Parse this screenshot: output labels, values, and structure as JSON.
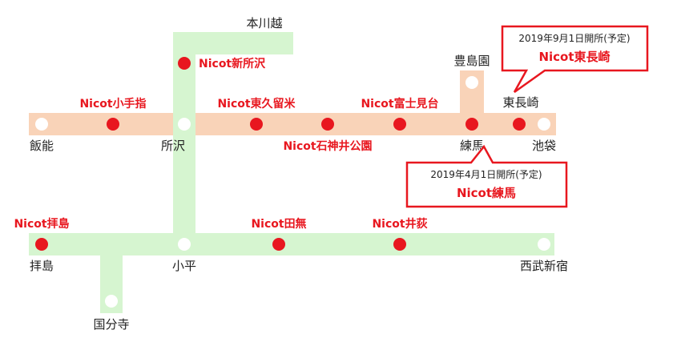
{
  "colors": {
    "seibu_ikebukuro_line": "#f9d3b8",
    "seibu_shinjuku_line": "#d6f5d0",
    "nicot_station": "#e8171f",
    "station_dot": "#ffffff",
    "callout_border": "#e8171f"
  },
  "stations": {
    "hanno": "飯能",
    "tokorozawa": "所沢",
    "hon_kawagoe": "本川越",
    "toshimaen": "豊島園",
    "nerima": "練馬",
    "ikebukuro": "池袋",
    "haijima": "拝島",
    "kodaira": "小平",
    "seibu_shinjuku": "西武新宿",
    "kokubunji": "国分寺"
  },
  "stores": {
    "kotesashi": "Nicot小手指",
    "shin_tokorozawa": "Nicot新所沢",
    "higashi_kurume": "Nicot東久留米",
    "ishigami_ikoen": "Nicot石神井公園",
    "fujimidai": "Nicot富士見台",
    "higashi_nagasaki_station": "東長崎",
    "haijima": "Nicot拝島",
    "tanashi": "Nicot田無",
    "iogi": "Nicot井荻"
  },
  "callouts": {
    "higashi_nagasaki": {
      "date": "2019年9月1日開所(予定)",
      "name": "Nicot東長崎"
    },
    "nerima": {
      "date": "2019年4月1日開所(予定)",
      "name": "Nicot練馬"
    }
  }
}
